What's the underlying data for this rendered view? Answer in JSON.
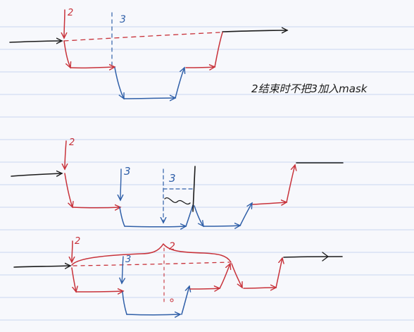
{
  "colors": {
    "paper": "#f7f8fc",
    "rule_line": "#c8d6ef",
    "black_ink": "#1b1b1b",
    "red_ink": "#c8323a",
    "blue_ink": "#2f5fa8"
  },
  "annotations": {
    "note_text": "2结束时不把3加入mask",
    "d1_red_label": "2",
    "d1_blue_label": "3",
    "d2_red_label": "2",
    "d2_blue_label_a": "3",
    "d2_blue_label_b": "3",
    "d3_red_label_a": "2",
    "d3_red_label_b": "2",
    "d3_blue_label": "3"
  }
}
